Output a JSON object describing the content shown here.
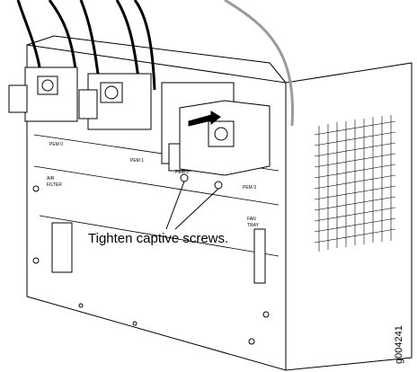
{
  "callout": "Tighten captive screws.",
  "figure_id": "g004241",
  "panel_labels": {
    "pem0": "PEM 0",
    "pem1": "PEM 1",
    "pem2": "PEM 2",
    "pem3": "PEM 3",
    "air_filter_1": "AIR",
    "air_filter_2": "FILTER",
    "fan_tray_1": "FAN",
    "fan_tray_2": "TRAY"
  },
  "colors": {
    "line": "#000000",
    "fill": "#ffffff",
    "cable_shade": "#9a9a9a"
  }
}
